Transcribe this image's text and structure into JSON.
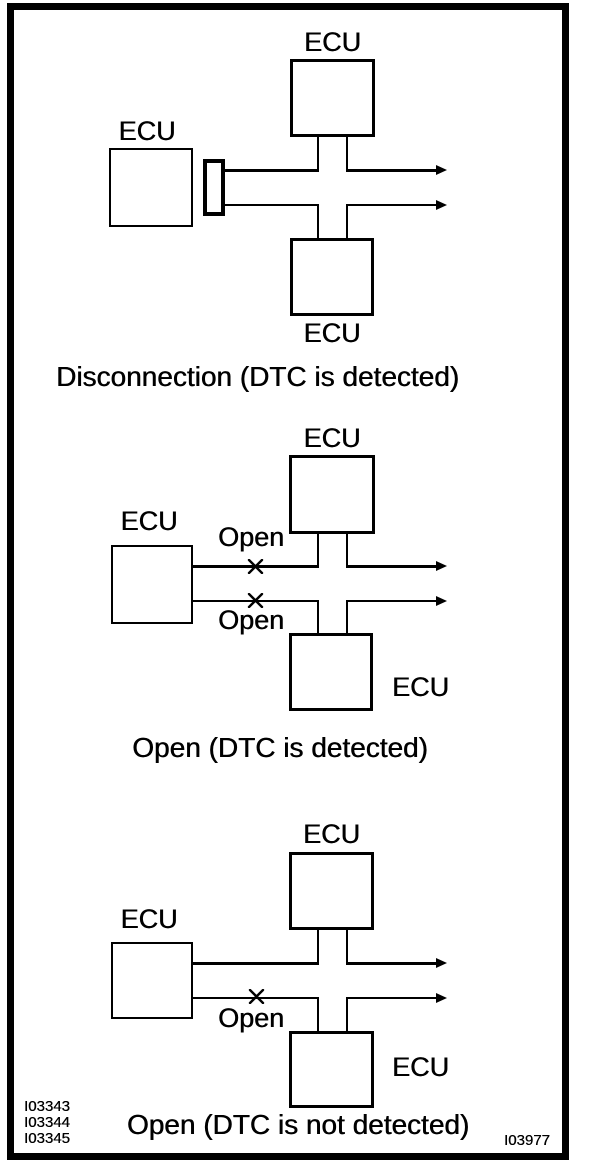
{
  "colors": {
    "ink": "#000000",
    "paper": "#ffffff"
  },
  "diagrams": [
    {
      "name": "disconnection",
      "ecu_top": "ECU",
      "ecu_left": "ECU",
      "ecu_bottom": "ECU",
      "caption": "Disconnection (DTC is detected)"
    },
    {
      "name": "open-detected",
      "ecu_top": "ECU",
      "ecu_left": "ECU",
      "ecu_bottom": "ECU",
      "open_label_top": "Open",
      "open_label_bottom": "Open",
      "caption": "Open (DTC is detected)"
    },
    {
      "name": "open-not-detected",
      "ecu_top": "ECU",
      "ecu_left": "ECU",
      "ecu_bottom": "ECU",
      "open_label": "Open",
      "caption": "Open (DTC is not detected)"
    }
  ],
  "figure_ids_left": [
    "I03343",
    "I03344",
    "I03345"
  ],
  "figure_id_right": "I03977",
  "icons": {
    "wire_break": "x-mark",
    "bus_end": "right-arrow",
    "disconnected_connector": "connector-plug"
  }
}
